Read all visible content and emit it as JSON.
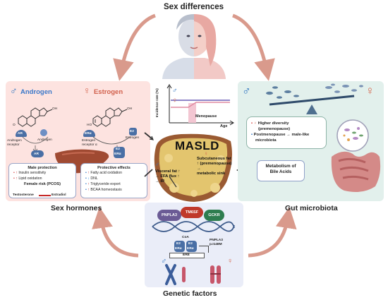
{
  "titles": {
    "sex_differences": "Sex differences",
    "sex_hormones": "Sex hormones",
    "gut_microbiota": "Gut microbiota",
    "genetic_factors": "Genetic factors"
  },
  "symbols": {
    "male": "♂",
    "female": "♀"
  },
  "hormones": {
    "androgen_title": "Androgen",
    "estrogen_title": "Estrogen",
    "ar": "AR",
    "androgen_label": "Androgen",
    "androgen_receptor": [
      "Androgen",
      "receptor"
    ],
    "oh_label": "OH",
    "ho_label": "HO",
    "o_label": "O",
    "er_alpha": "ERα",
    "e2": "E2",
    "estrogen_label": "Estrogen",
    "estrogen_receptor": [
      "Estrogen",
      "receptor α"
    ]
  },
  "male_protection": {
    "title": "Male protection",
    "items": [
      {
        "arrow": "↑",
        "text": "Insulin sensitivity"
      },
      {
        "arrow": "↑",
        "text": "Lipid oxidation"
      }
    ],
    "pcos_title": "Female risk (PCOS)",
    "testosterone": "Testosterone",
    "estradiol": "Estradiol"
  },
  "protective_effects": {
    "title": "Protective effects",
    "items": [
      {
        "arrow": "↑",
        "text": "Fatty acid oxidation"
      },
      {
        "arrow": "↓",
        "text": "DNL"
      },
      {
        "arrow": "↑",
        "text": "Triglyceride export"
      },
      {
        "arrow": "↑",
        "text": "BCAA homeostasis"
      }
    ]
  },
  "chart": {
    "ylabel": "Incidence rate (%)",
    "xlabel": "Age",
    "annotation": "Menopause"
  },
  "masld": {
    "title": "MASLD",
    "male_lines": [
      "Visceral fat ↑",
      "→ FFA flux ↑",
      "→ IR"
    ],
    "female_lines": [
      "Subcutaneous fat",
      "↑ (premenopause)",
      "→",
      "metabolic sink"
    ]
  },
  "microbiota": {
    "higher_diversity": "Higher diversity",
    "premenopause": "(premenopause)",
    "postmenopause": "Postmenopause → male-like",
    "microbiota": "microbiota",
    "bile_acids": [
      "Metabolism of",
      "Bile Acids"
    ]
  },
  "genetics": {
    "pnpla3": "PNPLA3",
    "tm6sf": "TM6SF",
    "gckr": "GCKR",
    "coa": "CoA",
    "e2": "E2",
    "er_alpha": "ERα",
    "ere": "ERE",
    "pnpla3_variant": [
      "PNPLA3",
      "p.I148M"
    ]
  },
  "colors": {
    "hormone_panel": "#fde3e0",
    "microbiota_panel": "#e2f0ec",
    "genetic_panel": "#eaedf8",
    "arrow": "#d99a8c",
    "male_blue": "#2f74c0",
    "female_red": "#d66a52",
    "liver": "#a04a32",
    "masld_fat": "#e3c56e"
  }
}
